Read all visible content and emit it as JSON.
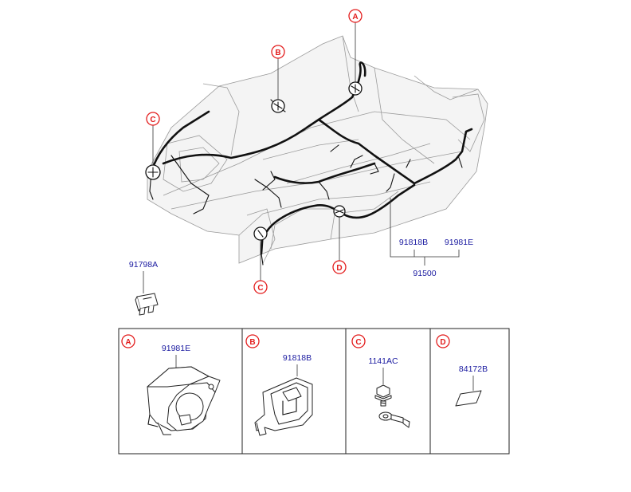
{
  "callouts": {
    "a": "A",
    "b": "B",
    "c1": "C",
    "c2": "C",
    "d": "D"
  },
  "part_numbers": {
    "pn_91818b": "91818B",
    "pn_91981e": "91981E",
    "pn_91500": "91500",
    "pn_91798a": "91798A"
  },
  "detail_panels": [
    {
      "letter": "A",
      "part_number": "91981E"
    },
    {
      "letter": "B",
      "part_number": "91818B"
    },
    {
      "letter": "C",
      "part_number": "1141AC"
    },
    {
      "letter": "D",
      "part_number": "84172B"
    }
  ],
  "colors": {
    "callout": "#e31c1c",
    "part_number_text": "#1a1aa0",
    "harness": "#111111"
  },
  "icons": {
    "main_view": "floor-wiring-harness-illustration",
    "connector": "fuse-connector-icon",
    "panel_a": "harness-protector-cover-icon",
    "panel_b": "harness-bracket-cover-icon",
    "panel_c": "ground-bolt-and-terminal-icon",
    "panel_d": "pad-icon"
  }
}
